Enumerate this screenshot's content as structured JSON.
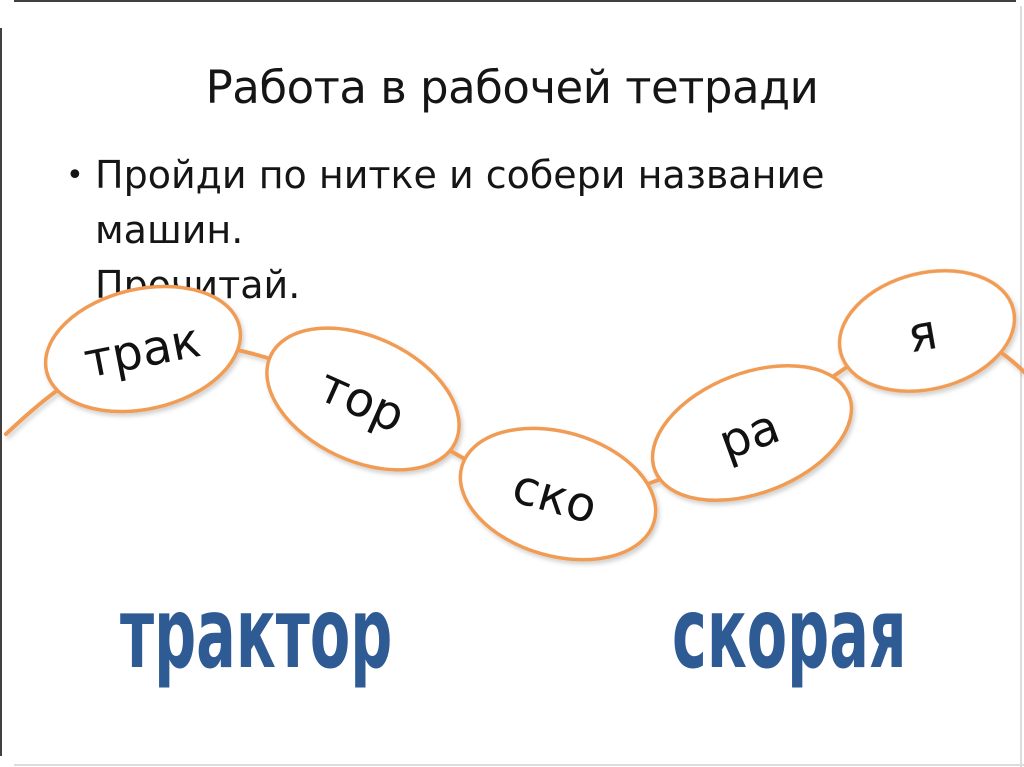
{
  "slide_title": "Работа в рабочей тетради",
  "bullet": {
    "marker": "•",
    "line1": "Пройди по нитке и собери название машин.",
    "line2": "Прочитай."
  },
  "thread": {
    "syllables": [
      {
        "text": "трак"
      },
      {
        "text": "тор"
      },
      {
        "text": "ско"
      },
      {
        "text": "ра"
      },
      {
        "text": "я"
      }
    ]
  },
  "answers": [
    {
      "text": "трактор"
    },
    {
      "text": "скорая"
    }
  ],
  "colors": {
    "accent-orange": "#F09C55",
    "answer-blue": "#2E5B94",
    "text-black": "#1c1c1c",
    "border-dark": "#404040",
    "border-light": "#DCDCDC"
  }
}
